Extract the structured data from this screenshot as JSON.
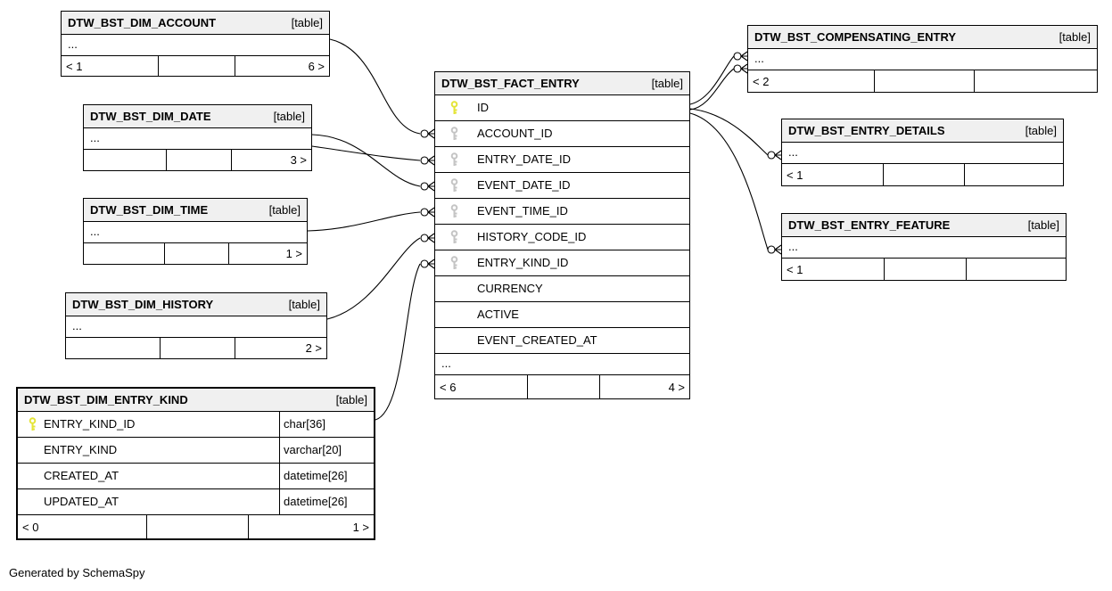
{
  "colors": {
    "header-bg": "#f0f0f0",
    "pk-key": "#e4e437",
    "fk-key": "#c4c4c4",
    "line": "#000000"
  },
  "credit": "Generated by SchemaSpy",
  "tables": {
    "dim_account": {
      "name": "DTW_BST_DIM_ACCOUNT",
      "badge": "[table]",
      "ellipsis": "...",
      "footer": {
        "left": "< 1",
        "mid": "",
        "right": "6 >"
      }
    },
    "dim_date": {
      "name": "DTW_BST_DIM_DATE",
      "badge": "[table]",
      "ellipsis": "...",
      "footer": {
        "left": "",
        "mid": "",
        "right": "3 >"
      }
    },
    "dim_time": {
      "name": "DTW_BST_DIM_TIME",
      "badge": "[table]",
      "ellipsis": "...",
      "footer": {
        "left": "",
        "mid": "",
        "right": "1 >"
      }
    },
    "dim_history": {
      "name": "DTW_BST_DIM_HISTORY",
      "badge": "[table]",
      "ellipsis": "...",
      "footer": {
        "left": "",
        "mid": "",
        "right": "2 >"
      }
    },
    "dim_entry_kind": {
      "name": "DTW_BST_DIM_ENTRY_KIND",
      "badge": "[table]",
      "columns": [
        {
          "name": "ENTRY_KIND_ID",
          "type": "char[36]",
          "key": "pk"
        },
        {
          "name": "ENTRY_KIND",
          "type": "varchar[20]",
          "key": ""
        },
        {
          "name": "CREATED_AT",
          "type": "datetime[26]",
          "key": ""
        },
        {
          "name": "UPDATED_AT",
          "type": "datetime[26]",
          "key": ""
        }
      ],
      "footer": {
        "left": "< 0",
        "mid": "",
        "right": "1 >"
      }
    },
    "fact_entry": {
      "name": "DTW_BST_FACT_ENTRY",
      "badge": "[table]",
      "ellipsis": "...",
      "columns": [
        {
          "name": "ID",
          "key": "pk"
        },
        {
          "name": "ACCOUNT_ID",
          "key": "fk"
        },
        {
          "name": "ENTRY_DATE_ID",
          "key": "fk"
        },
        {
          "name": "EVENT_DATE_ID",
          "key": "fk"
        },
        {
          "name": "EVENT_TIME_ID",
          "key": "fk"
        },
        {
          "name": "HISTORY_CODE_ID",
          "key": "fk"
        },
        {
          "name": "ENTRY_KIND_ID",
          "key": "fk"
        },
        {
          "name": "CURRENCY",
          "key": ""
        },
        {
          "name": "ACTIVE",
          "key": ""
        },
        {
          "name": "EVENT_CREATED_AT",
          "key": ""
        }
      ],
      "footer": {
        "left": "< 6",
        "mid": "",
        "right": "4 >"
      }
    },
    "compensating_entry": {
      "name": "DTW_BST_COMPENSATING_ENTRY",
      "badge": "[table]",
      "ellipsis": "...",
      "footer": {
        "left": "< 2",
        "mid": "",
        "right": ""
      }
    },
    "entry_details": {
      "name": "DTW_BST_ENTRY_DETAILS",
      "badge": "[table]",
      "ellipsis": "...",
      "footer": {
        "left": "< 1",
        "mid": "",
        "right": ""
      }
    },
    "entry_feature": {
      "name": "DTW_BST_ENTRY_FEATURE",
      "badge": "[table]",
      "ellipsis": "...",
      "footer": {
        "left": "< 1",
        "mid": "",
        "right": ""
      }
    }
  }
}
